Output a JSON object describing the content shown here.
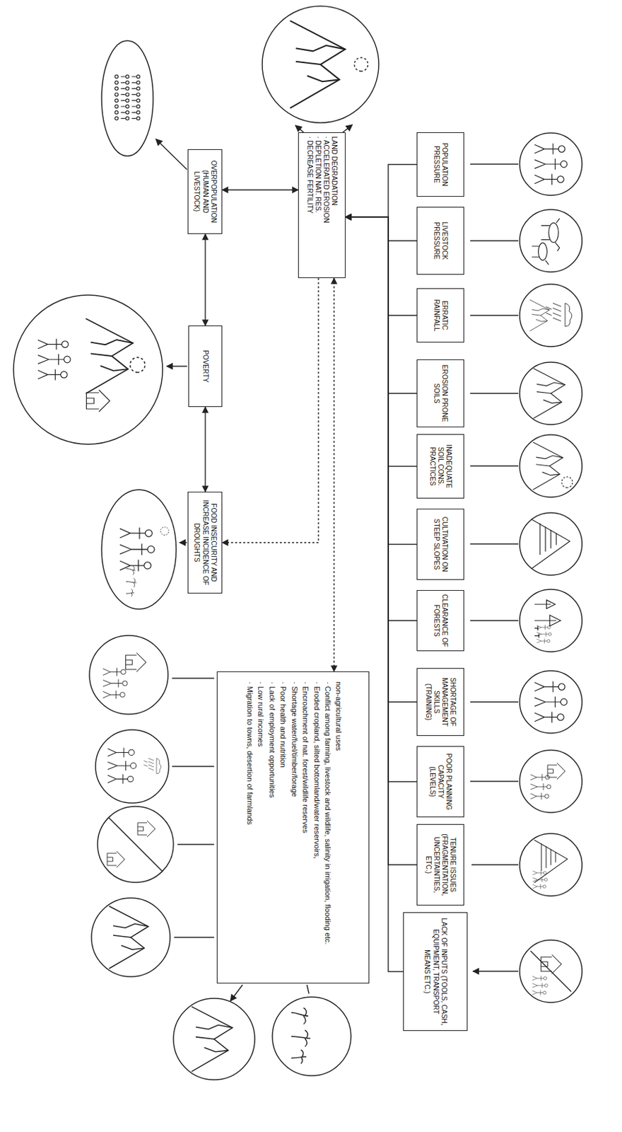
{
  "diagram": {
    "nodes": [
      {
        "text": [
          "POPULATION PRESSURE"
        ]
      },
      {
        "text": [
          "LIVESTOCK PRESSURE"
        ]
      },
      {
        "text": [
          "ERRATIC RAINFALL"
        ]
      },
      {
        "text": [
          "EROSION PRONE SOILS"
        ]
      },
      {
        "text": [
          "INADEQUATE SOIL CONS. PRACTICES"
        ]
      },
      {
        "text": [
          "CULTIVATION ON STEEP SLOPES"
        ]
      },
      {
        "text": [
          "CLEARANCE OF FORESTS"
        ]
      },
      {
        "text": [
          "SHORTAGE OF MANAGEMENT SKILLS (TRAINING)"
        ]
      },
      {
        "text": [
          "POOR PLANNING CAPACITY (LEVELS)"
        ]
      },
      {
        "text": [
          "TENURE ISSUES (FRAGMENTATION, UNCERTAINTIES, ETC.)"
        ]
      },
      {
        "text": [
          "LACK OF INPUTS (TOOLS, CASH, EQUIPMENT, TRANSPORT MEANS ETC.)"
        ]
      },
      {
        "text": [
          "LAND DEGRADATION",
          "· ACCELERATED EROSION",
          "· DEPLETION NAT. RES.",
          "· DECREASE FERTILITY"
        ]
      },
      {
        "text": [
          "OVERPOPULATION (HUMAN AND LIVESTOCK)"
        ]
      },
      {
        "text": [
          "POVERTY"
        ]
      },
      {
        "text": [
          "FOOD INSECURITY AND INCREASE INCIDENCE OF DROUGHTS"
        ]
      },
      {
        "text": [
          "non-agricultural uses",
          "· Conflict among farming, livestock and wildlife, salinity in irrigation, flooding etc.",
          "· Eroded cropland, silted bottomland/water reservoirs,",
          "· Encroachment of nat. forest/wildlife reserves",
          "· Shortage water/fuel/timber/forage",
          "· Poor health and nutrition",
          "· Lack of employment opportunities",
          "· Low rural incomes",
          "· Migration to towns, desertion of farmlands"
        ]
      }
    ],
    "edges": [
      {
        "from": 0,
        "to": 11,
        "arrow": "to"
      },
      {
        "from": 1,
        "to": 11,
        "arrow": "to"
      },
      {
        "from": 2,
        "to": 11,
        "arrow": "to"
      },
      {
        "from": 3,
        "to": 11,
        "arrow": "to"
      },
      {
        "from": 4,
        "to": 11,
        "arrow": "to"
      },
      {
        "from": 5,
        "to": 11,
        "arrow": "to"
      },
      {
        "from": 6,
        "to": 11,
        "arrow": "to"
      },
      {
        "from": 7,
        "to": 11,
        "arrow": "to"
      },
      {
        "from": 8,
        "to": 11,
        "arrow": "to"
      },
      {
        "from": 9,
        "to": 11,
        "arrow": "to"
      },
      {
        "from": 10,
        "to": 11,
        "arrow": "to"
      },
      {
        "from": 11,
        "to": 12,
        "arrow": "both"
      },
      {
        "from": 12,
        "to": 13,
        "arrow": "both"
      },
      {
        "from": 13,
        "to": 14,
        "arrow": "both"
      },
      {
        "from": 11,
        "to": 14,
        "arrow": "to"
      },
      {
        "from": 11,
        "to": 15,
        "arrow": "both"
      }
    ]
  }
}
